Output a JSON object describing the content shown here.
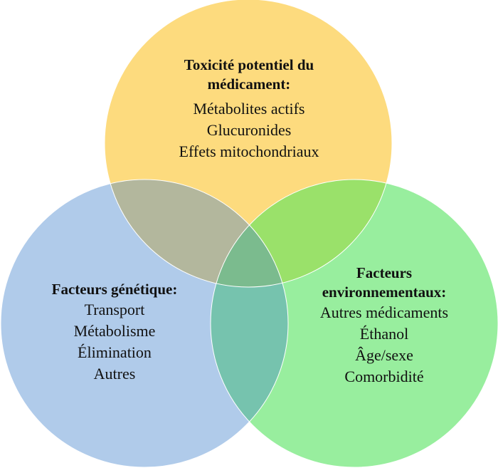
{
  "colors": {
    "top_circle": "#fddb7e",
    "left_circle": "#b0cbea",
    "right_circle": "#98ee9e",
    "top_left_overlap": "#b3b79d",
    "top_right_overlap": "#9ae16a",
    "left_right_overlap": "#76c3ae",
    "center_overlap": "#7bbb8e",
    "outline": "#ffffff",
    "text": "#111111"
  },
  "sets": {
    "top": {
      "title": "Toxicité potentiel du médicament:",
      "items": [
        "Métabolites actifs",
        "Glucuronides",
        "Effets mitochondriaux"
      ]
    },
    "left": {
      "title": "Facteurs génétique:",
      "items": [
        "Transport",
        "Métabolisme",
        "Élimination",
        "Autres"
      ]
    },
    "right": {
      "title": "Facteurs environnementaux:",
      "items": [
        "Autres médicaments",
        "Éthanol",
        "Âge/sexe",
        "Comorbidité"
      ]
    }
  }
}
